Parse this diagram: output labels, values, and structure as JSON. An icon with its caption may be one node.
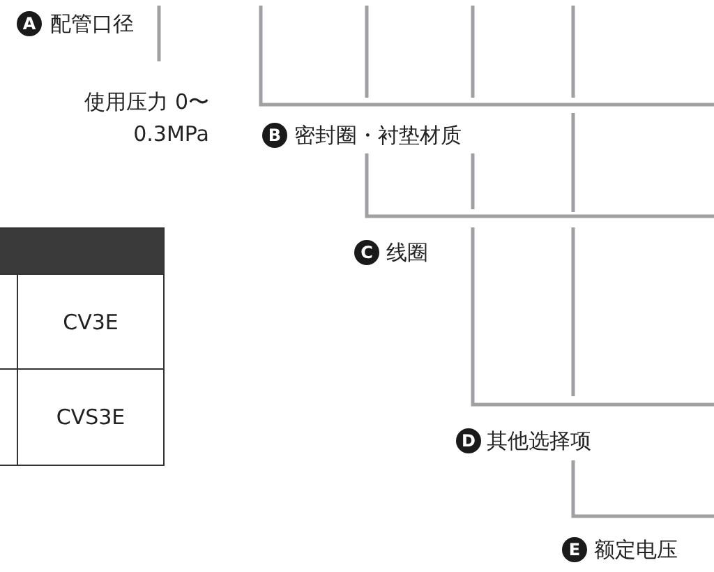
{
  "diagram": {
    "labels": [
      "A",
      "配管口径",
      "使用压力 0〜0.3MPa",
      "B",
      "密封圈・衬垫材质",
      "C",
      "线圈",
      "CV3E",
      "CVS3E",
      "D",
      "其他选择项",
      "E",
      "额定电压"
    ]
  }
}
